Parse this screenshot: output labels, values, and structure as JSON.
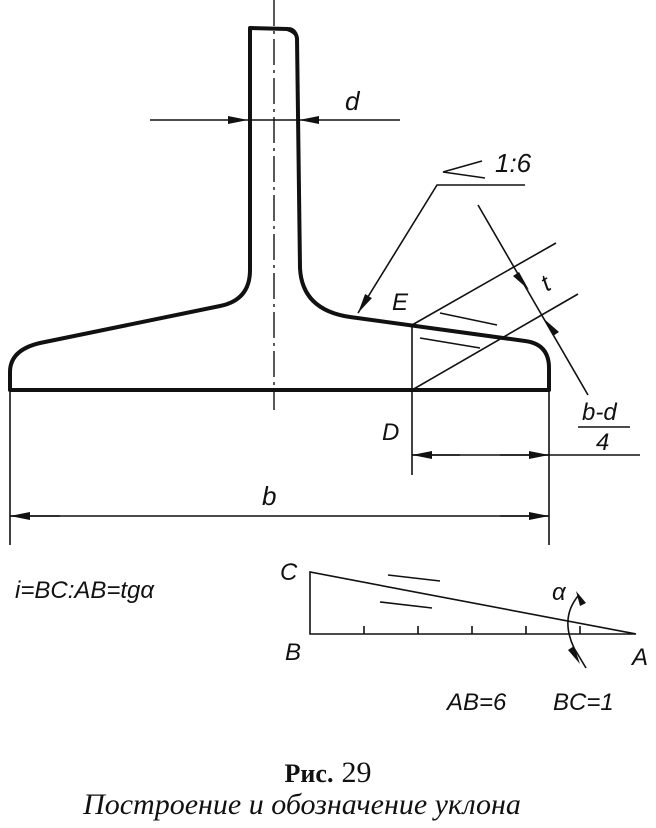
{
  "labels": {
    "d": "d",
    "slope": "1:6",
    "e": "E",
    "t": "t",
    "d_point": "D",
    "frac_num": "b-d",
    "frac_den": "4",
    "b": "b",
    "formula": "i=BC:AB=tgα",
    "c": "C",
    "b_point": "B",
    "a": "A",
    "alpha": "α",
    "ab": "AB=6",
    "bc": "BC=1"
  },
  "caption": {
    "fig_prefix": "Рис.",
    "fig_number": "29",
    "title": "Построение и обозначение уклона"
  }
}
